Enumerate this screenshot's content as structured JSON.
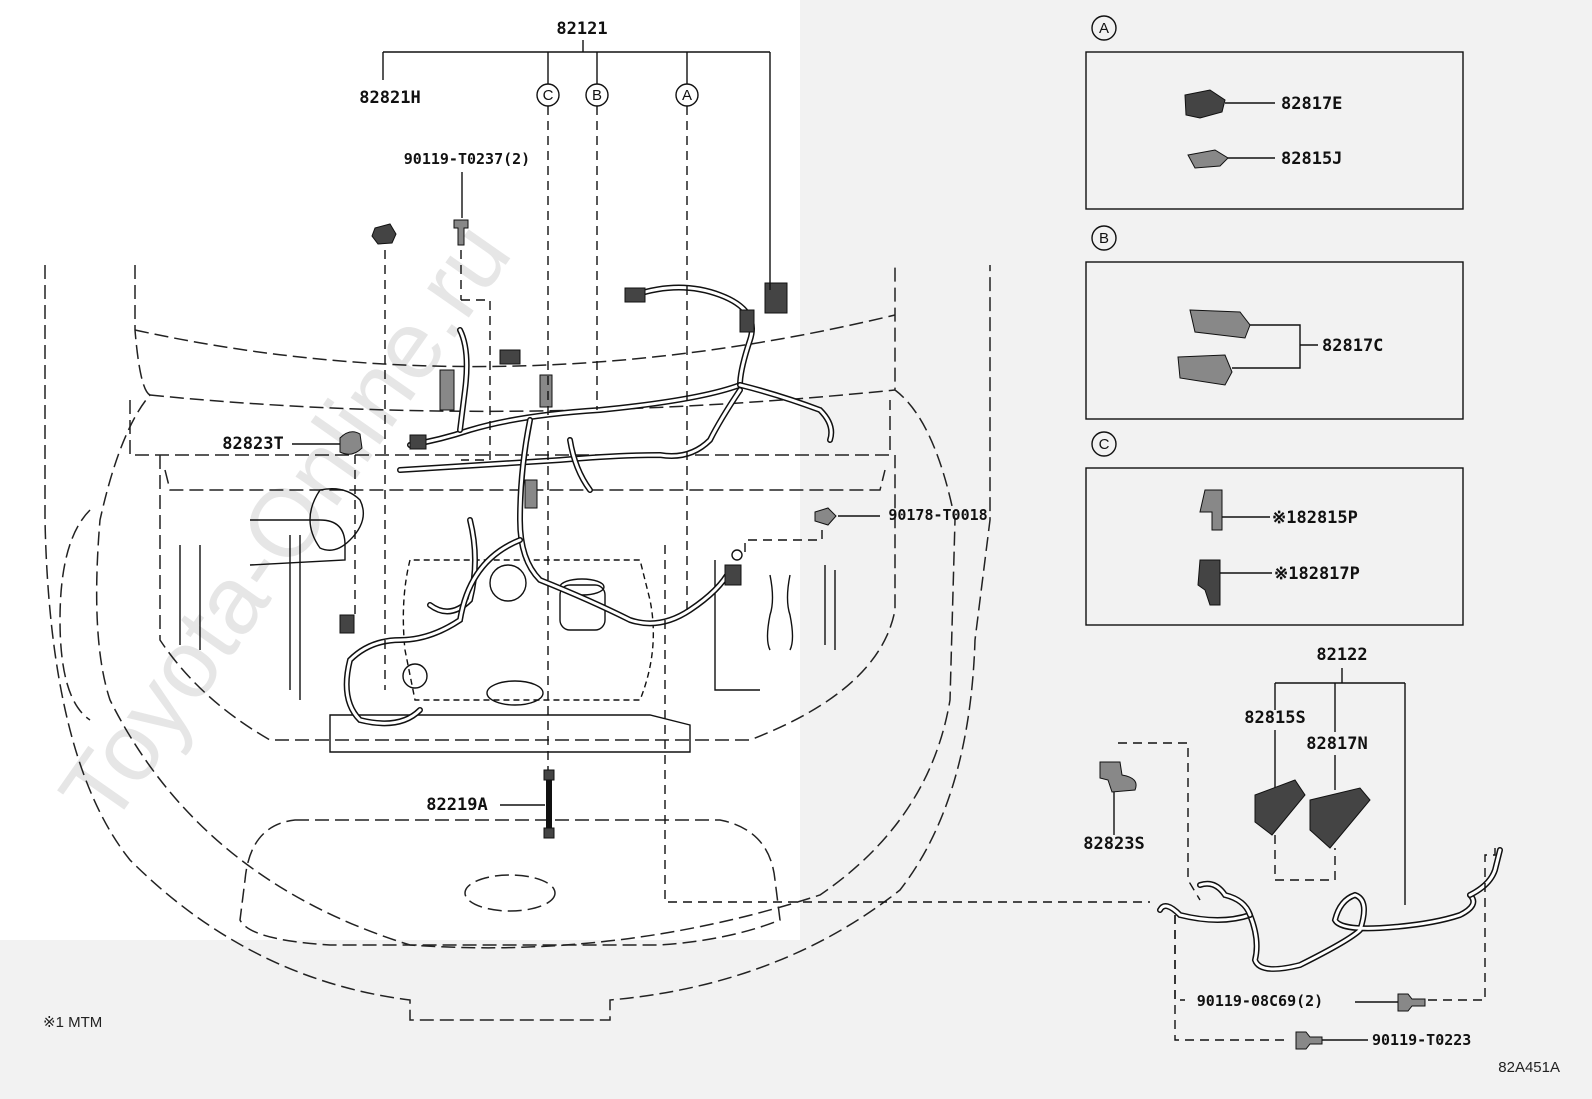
{
  "watermark": "Toyota-Online.ru",
  "diagram_code": "82A451A",
  "footnote": "※1 MTM",
  "main_assembly": {
    "part_number": "82121",
    "markers": [
      "C",
      "B",
      "A"
    ]
  },
  "callouts": {
    "p82821H": "82821H",
    "p90119_T0237": "90119-T0237(2)",
    "p82823T": "82823T",
    "p90178_T0018": "90178-T0018",
    "p82219A": "82219A"
  },
  "detail_A": {
    "marker": "A",
    "parts": [
      "82817E",
      "82815J"
    ]
  },
  "detail_B": {
    "marker": "B",
    "parts": [
      "82817C"
    ]
  },
  "detail_C": {
    "marker": "C",
    "parts": [
      "※182815P",
      "※182817P"
    ]
  },
  "sub_assembly": {
    "part_number": "82122",
    "parts": {
      "p82815S": "82815S",
      "p82817N": "82817N",
      "p82823S": "82823S",
      "p90119_08C69": "90119-08C69(2)",
      "p90119_T0223": "90119-T0223"
    }
  }
}
